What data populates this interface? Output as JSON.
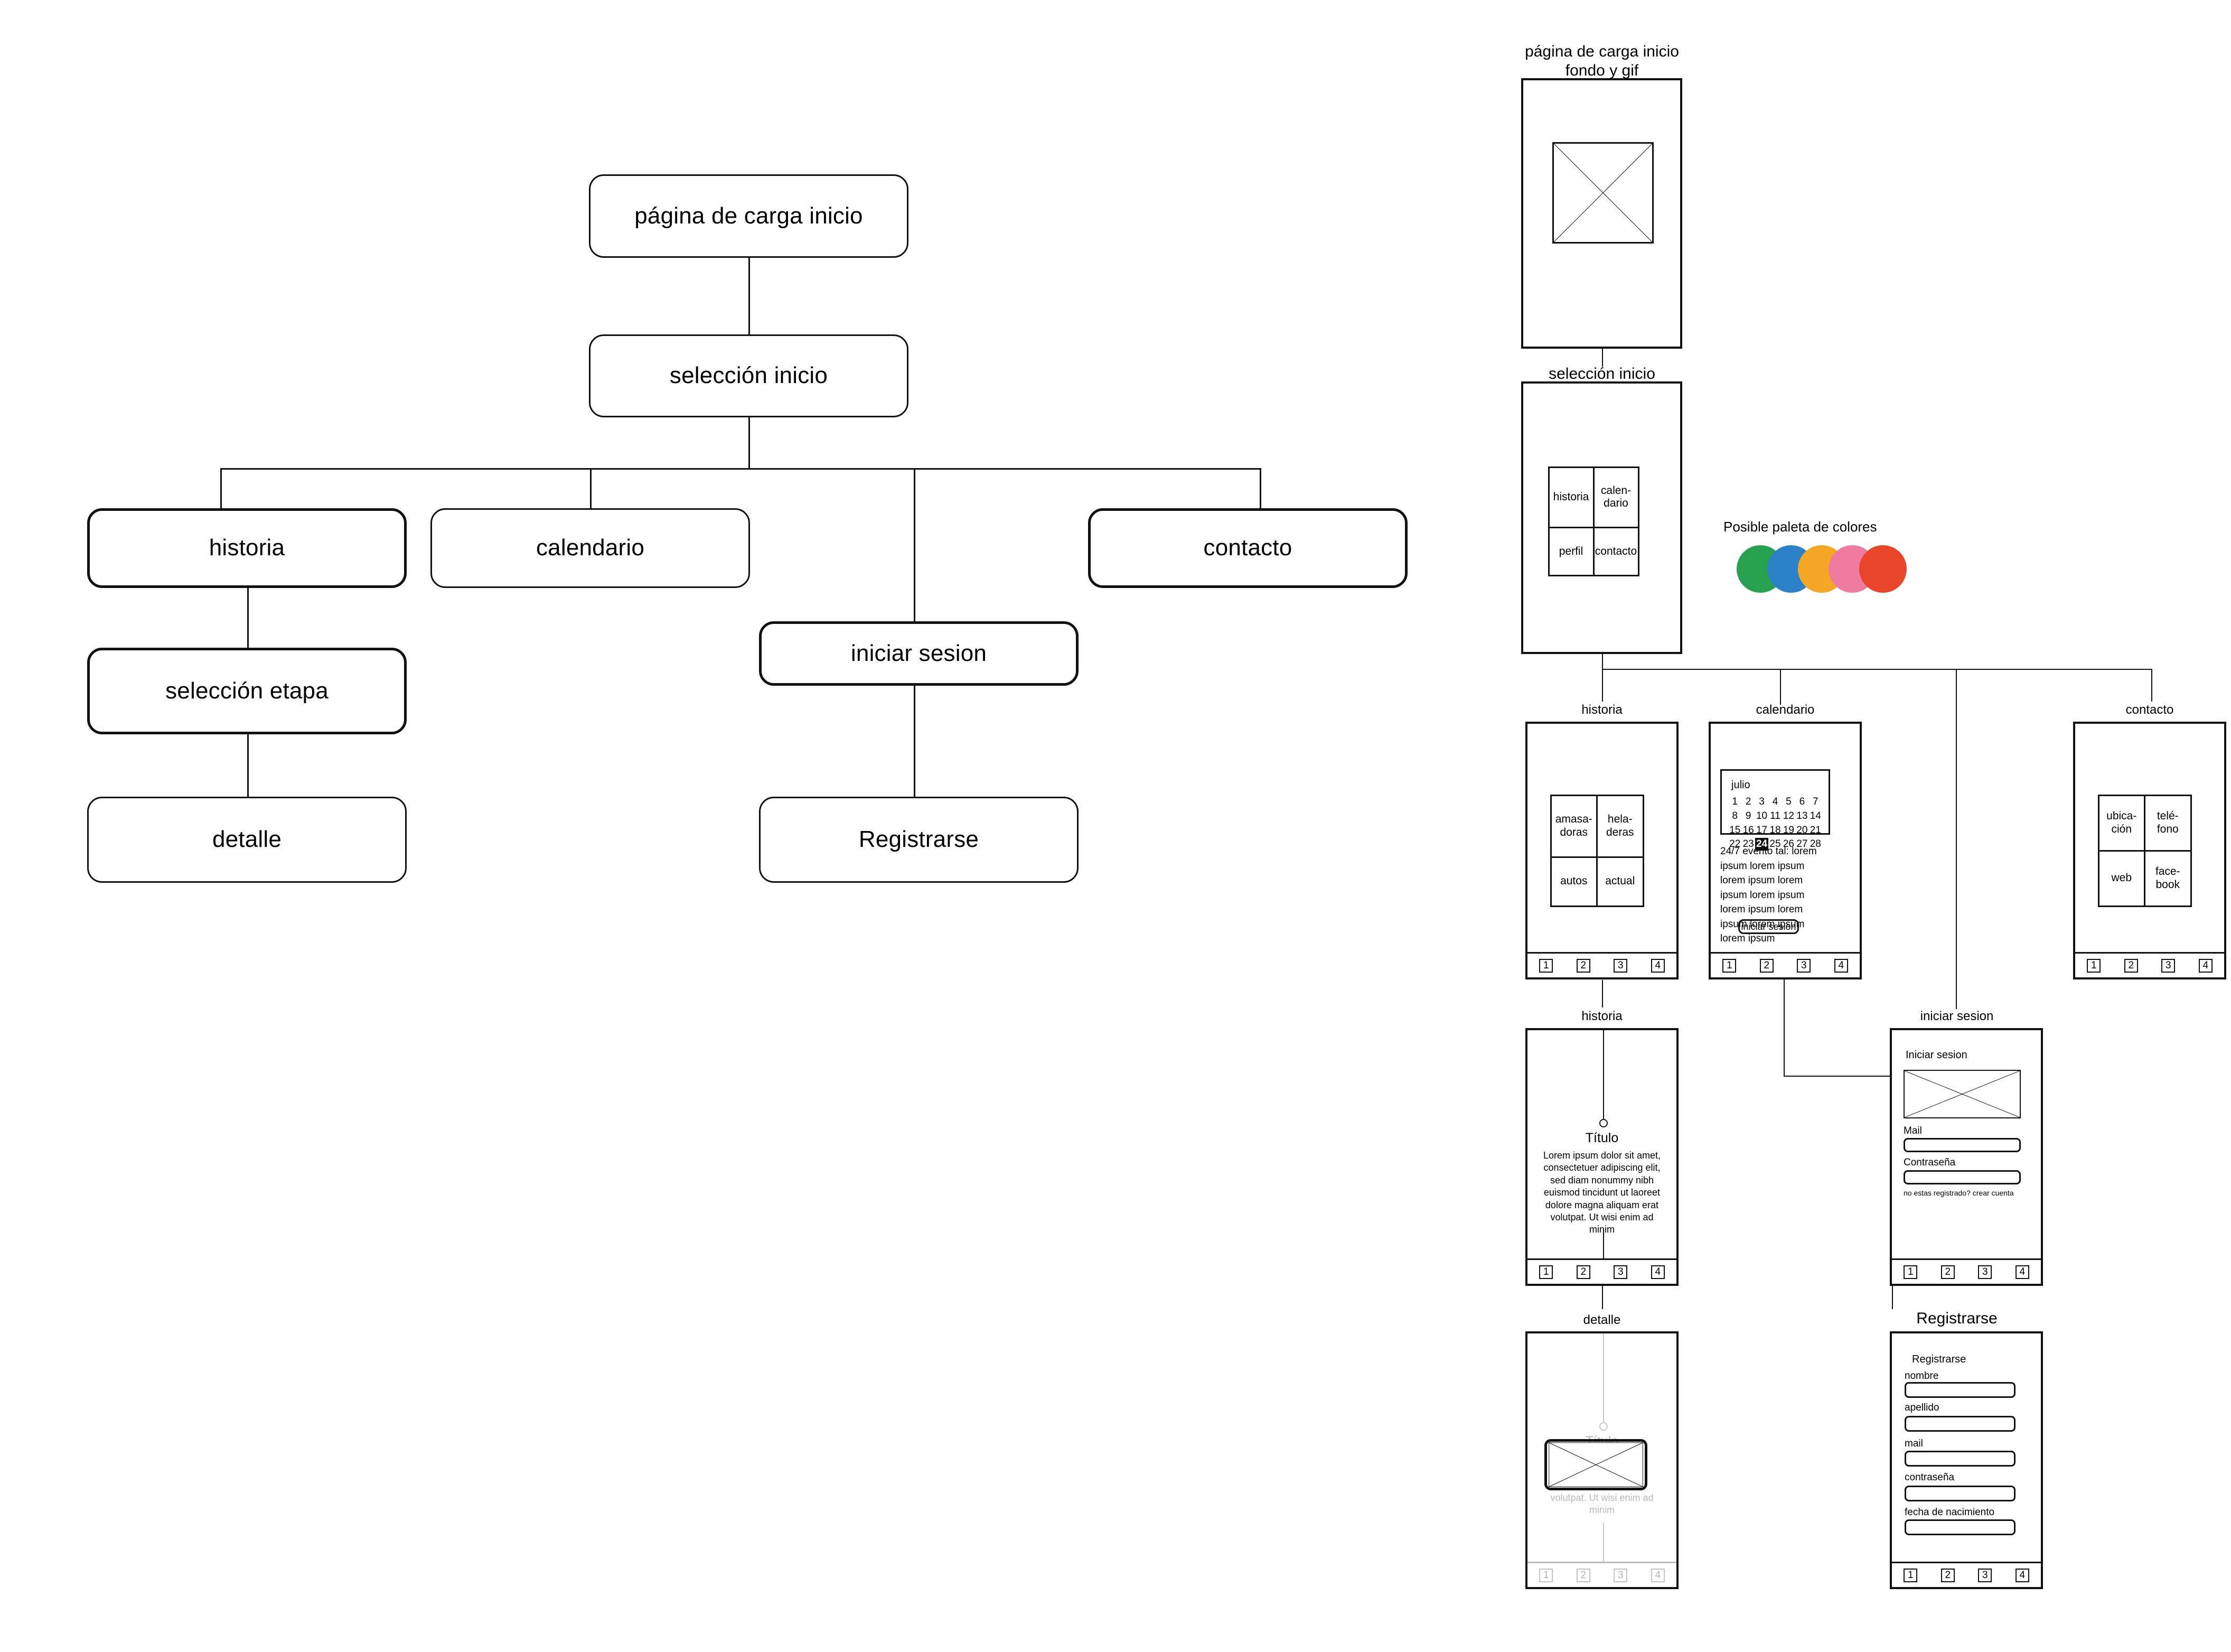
{
  "flowchart": {
    "nodes": [
      {
        "id": "carga",
        "label": "página de carga inicio"
      },
      {
        "id": "seleccion",
        "label": "selección inicio"
      },
      {
        "id": "historia",
        "label": "historia"
      },
      {
        "id": "calendario",
        "label": "calendario"
      },
      {
        "id": "contacto",
        "label": "contacto"
      },
      {
        "id": "iniciar",
        "label": "iniciar sesion"
      },
      {
        "id": "etapa",
        "label": "selección etapa"
      },
      {
        "id": "detalle",
        "label": "detalle"
      },
      {
        "id": "registrarse",
        "label": "Registrarse"
      }
    ]
  },
  "wireframes": {
    "loading": {
      "caption_line1": "página de carga inicio",
      "caption_line2": "fondo y gif"
    },
    "seleccion": {
      "caption": "selección inicio",
      "tiles": [
        "historia",
        "calen-\ndario",
        "perfil",
        "contacto"
      ]
    },
    "palette": {
      "title": "Posible paleta de colores",
      "colors": [
        "#27a04f",
        "#2c82c9",
        "#f5a623",
        "#f07ba0",
        "#e8452b"
      ]
    },
    "historia": {
      "caption": "historia",
      "tiles": [
        "amasa-\ndoras",
        "hela-\nderas",
        "autos",
        "actual"
      ],
      "nav": [
        "1",
        "2",
        "3",
        "4"
      ]
    },
    "calendario": {
      "caption": "calendario",
      "month": "julio",
      "days": [
        "1",
        "2",
        "3",
        "4",
        "5",
        "6",
        "7",
        "8",
        "9",
        "10",
        "11",
        "12",
        "13",
        "14",
        "15",
        "16",
        "17",
        "18",
        "19",
        "20",
        "21",
        "22",
        "23",
        "24",
        "25",
        "26",
        "27",
        "28"
      ],
      "selected_day": "24",
      "body": "24/7 evento tal: lorem ipsum lorem ipsum lorem ipsum lorem ipsum lorem ipsum lorem ipsum lorem ipsum lorem ipsum lorem ipsum",
      "button": "iniciar sesion",
      "nav": [
        "1",
        "2",
        "3",
        "4"
      ]
    },
    "contacto": {
      "caption": "contacto",
      "tiles": [
        "ubica-\nción",
        "telé-\nfono",
        "web",
        "face-\nbook"
      ],
      "nav": [
        "1",
        "2",
        "3",
        "4"
      ]
    },
    "historia_detail": {
      "caption": "historia",
      "title": "Título",
      "body": "Lorem ipsum dolor sit amet, consectetuer adipiscing elit, sed diam nonummy nibh euismod tincidunt ut laoreet dolore magna aliquam erat volutpat. Ut wisi enim ad minim",
      "nav": [
        "1",
        "2",
        "3",
        "4"
      ]
    },
    "detalle": {
      "caption": "detalle",
      "ghost_title": "Título",
      "ghost_body": "volutpat. Ut wisi enim ad minim",
      "nav": [
        "1",
        "2",
        "3",
        "4"
      ]
    },
    "iniciar": {
      "caption": "iniciar sesion",
      "heading": "Iniciar sesion",
      "fields": [
        {
          "label": "Mail",
          "value": ""
        },
        {
          "label": "Contraseña",
          "value": ""
        }
      ],
      "link": "no estas registrado? crear cuenta",
      "nav": [
        "1",
        "2",
        "3",
        "4"
      ]
    },
    "registrarse": {
      "caption": "Registrarse",
      "heading": "Registrarse",
      "fields": [
        {
          "label": "nombre",
          "value": ""
        },
        {
          "label": "apellido",
          "value": ""
        },
        {
          "label": "mail",
          "value": ""
        },
        {
          "label": "contraseña",
          "value": ""
        },
        {
          "label": "fecha de nacimiento",
          "value": ""
        }
      ],
      "nav": [
        "1",
        "2",
        "3",
        "4"
      ]
    }
  }
}
